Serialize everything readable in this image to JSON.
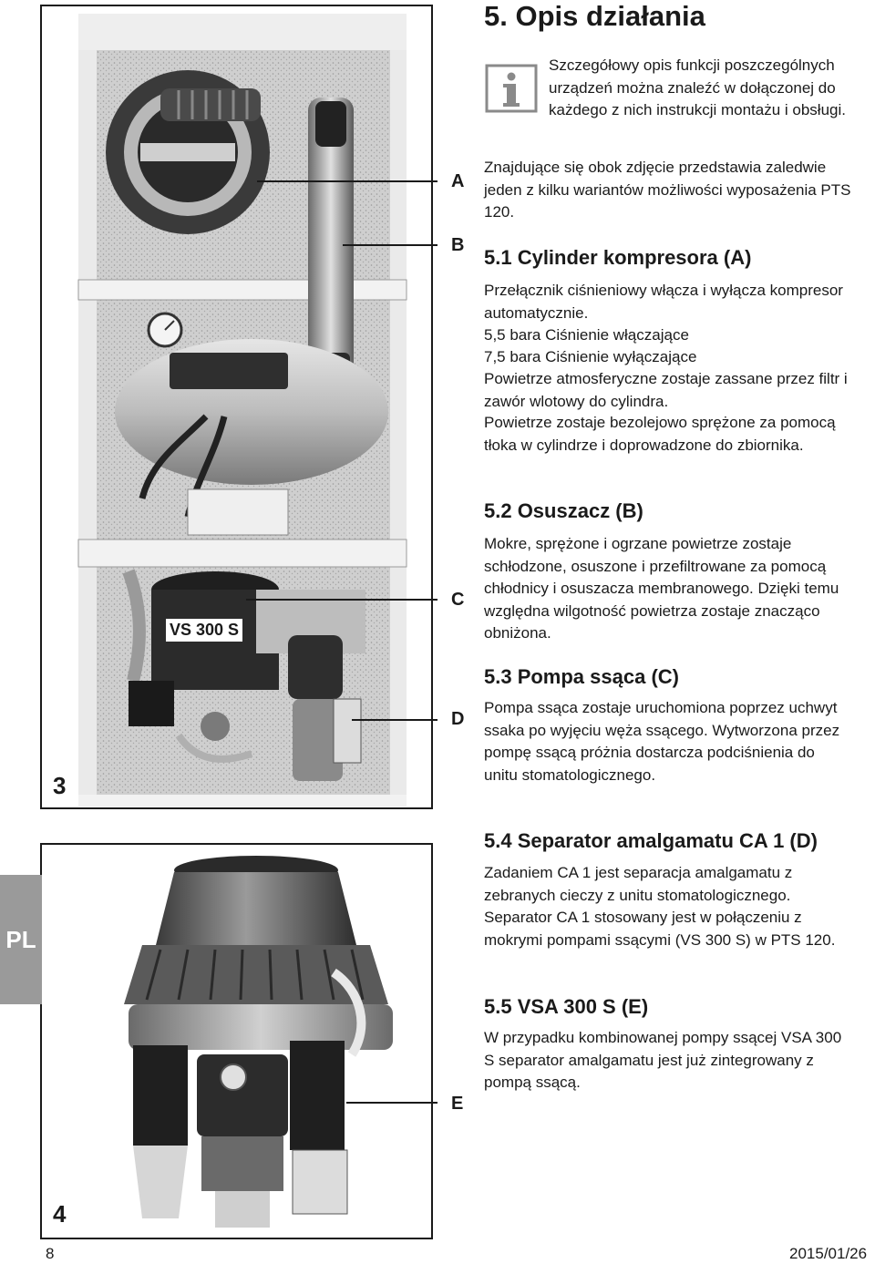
{
  "page_title": "5. Opis działania",
  "info_note": "Szczegółowy opis funkcji poszczególnych urządzeń można znaleźć w dołączonej do każdego z nich instrukcji montażu i obsługi.",
  "intro": "Znajdujące się obok zdjęcie przedstawia zaledwie jeden z kilku wariantów możliwości wyposażenia PTS 120.",
  "sections": {
    "s1": {
      "heading": "5.1 Cylinder kompresora (A)",
      "p1": "Przełącznik ciśnieniowy włącza i wyłącza kompresor automatycznie.",
      "p2": "5,5 bara Ciśnienie włączające",
      "p3": "7,5 bara Ciśnienie wyłączające",
      "p4": "Powietrze atmosferyczne zostaje zassane przez filtr i zawór wlotowy do cylindra.",
      "p5": "Powietrze zostaje bezolejowo sprężone za pomocą tłoka w cylindrze i doprowadzone do zbiornika."
    },
    "s2": {
      "heading": "5.2 Osuszacz (B)",
      "p1": "Mokre, sprężone i ogrzane powietrze zostaje schłodzone, osuszone i przefiltrowane za pomocą chłodnicy i osuszacza membranowego. Dzięki temu względna wilgotność powietrza zostaje znacząco obniżona."
    },
    "s3": {
      "heading": "5.3 Pompa ssąca (C)",
      "p1": "Pompa ssąca zostaje uruchomiona poprzez uchwyt ssaka po wyjęciu węża ssącego. Wytworzona przez pompę ssącą próżnia dostarcza podciśnienia do unitu stomatologicznego."
    },
    "s4": {
      "heading": "5.4 Separator amalgamatu CA 1 (D)",
      "p1": "Zadaniem CA 1 jest separacja amalgamatu z zebranych cieczy z unitu stomatologicznego. Separator CA 1 stosowany jest w połączeniu z mokrymi pompami ssącymi (VS 300 S) w PTS 120."
    },
    "s5": {
      "heading": "5.5 VSA 300 S (E)",
      "p1": "W przypadku kombinowanej pompy ssącej VSA 300 S separator amalgamatu jest już zintegrowany z pompą ssącą."
    }
  },
  "figure3": {
    "number": "3",
    "label_vs300s": "VS 300 S",
    "callouts": {
      "a": "A",
      "b": "B",
      "c": "C",
      "d": "D"
    }
  },
  "figure4": {
    "number": "4",
    "callouts": {
      "e": "E"
    }
  },
  "language_tab": "PL",
  "footer": {
    "page_number": "8",
    "date": "2015/01/26"
  },
  "colors": {
    "tab_gray": "#9a9a9a",
    "text": "#1a1a1a",
    "photo_dark": "#2b2b2b",
    "photo_mid": "#8a8a8a",
    "photo_light": "#d6d6d6"
  }
}
